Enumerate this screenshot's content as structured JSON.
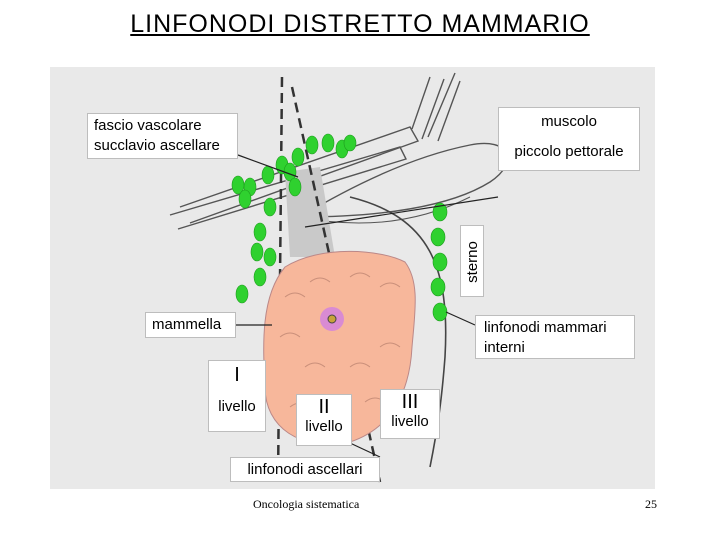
{
  "slide": {
    "title": "LINFONODI  DISTRETTO  MAMMARIO",
    "footer_text": "Oncologia sistematica",
    "page_number": "25"
  },
  "labels": {
    "fascio_line1": "fascio vascolare",
    "fascio_line2": "succlavio ascellare",
    "muscolo_line1": "muscolo",
    "muscolo_line2": "piccolo pettorale",
    "sterno": "sterno",
    "mammella": "mammella",
    "mammari_line1": "linfonodi  mammari",
    "mammari_line2": "interni",
    "level1_num": "I",
    "level1_word": "livello",
    "level2_num": "II",
    "level2_word": "livello",
    "level3_num": "III",
    "level3_word": "livello",
    "ascellari": "linfonodi ascellari"
  },
  "colors": {
    "background": "#e9e9e9",
    "node_green": "#2fd12f",
    "breast_pink": "#f7b79b",
    "nipple": "#d98bd3"
  }
}
